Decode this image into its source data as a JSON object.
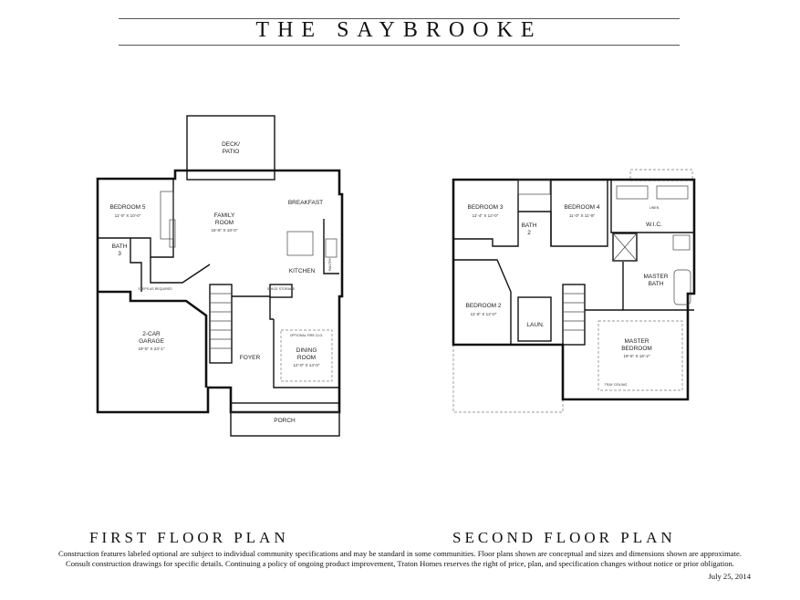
{
  "title": "THE SAYBROOKE",
  "first_floor": {
    "label": "FIRST FLOOR PLAN",
    "rooms": {
      "deck": "DECK/",
      "deck2": "PATIO",
      "bedroom5": "BEDROOM 5",
      "bedroom5_dim": "11'-0\" X 10'-0\"",
      "family": "FAMILY",
      "family2": "ROOM",
      "family_dim": "16'-6\" X 18'-0\"",
      "breakfast": "BREAKFAST",
      "kitchen": "KITCHEN",
      "bath3": "BATH",
      "bath3_num": "3",
      "garage": "2-CAR",
      "garage2": "GARAGE",
      "garage_dim": "19'-5\" X 23'-1\"",
      "steps": "STEPS AS REQUIRED",
      "foyer": "FOYER",
      "dining": "DINING",
      "dining2": "ROOM",
      "dining_dim": "12'-0\" X 14'-0\"",
      "optional_fire": "OPTIONAL FIRE CLG.",
      "porch": "PORCH",
      "space_storage": "SPACE STORAGE",
      "pantry": "PANTRY"
    }
  },
  "second_floor": {
    "label": "SECOND FLOOR PLAN",
    "rooms": {
      "bedroom3": "BEDROOM 3",
      "bedroom3_dim": "11'-4\" X 12'-0\"",
      "bath2": "BATH",
      "bath2_num": "2",
      "bedroom4": "BEDROOM 4",
      "bedroom4_dim": "11'-0\" X 11'-8\"",
      "linen": "LINEN",
      "wic": "W.I.C.",
      "master_bath": "MASTER",
      "master_bath2": "BATH",
      "bedroom2": "BEDROOM 2",
      "bedroom2_dim": "11'-6\" X 12'-0\"",
      "laun": "LAUN.",
      "master_bed": "MASTER",
      "master_bed2": "BEDROOM",
      "master_bed_dim": "19'-5\" X 16'-2\"",
      "tray_ceiling": "TRAY CEILING"
    }
  },
  "disclaimer_line1": "Construction features labeled optional are subject to individual community specifications and may be standard in some communities. Floor plans shown are conceptual and sizes and dimensions shown are approximate.",
  "disclaimer_line2": "Consult construction drawings for specific details. Continuing a policy of ongoing product improvement, Traton Homes reserves the right of price, plan, and specification changes without notice or prior obligation.",
  "date": "July 25, 2014"
}
